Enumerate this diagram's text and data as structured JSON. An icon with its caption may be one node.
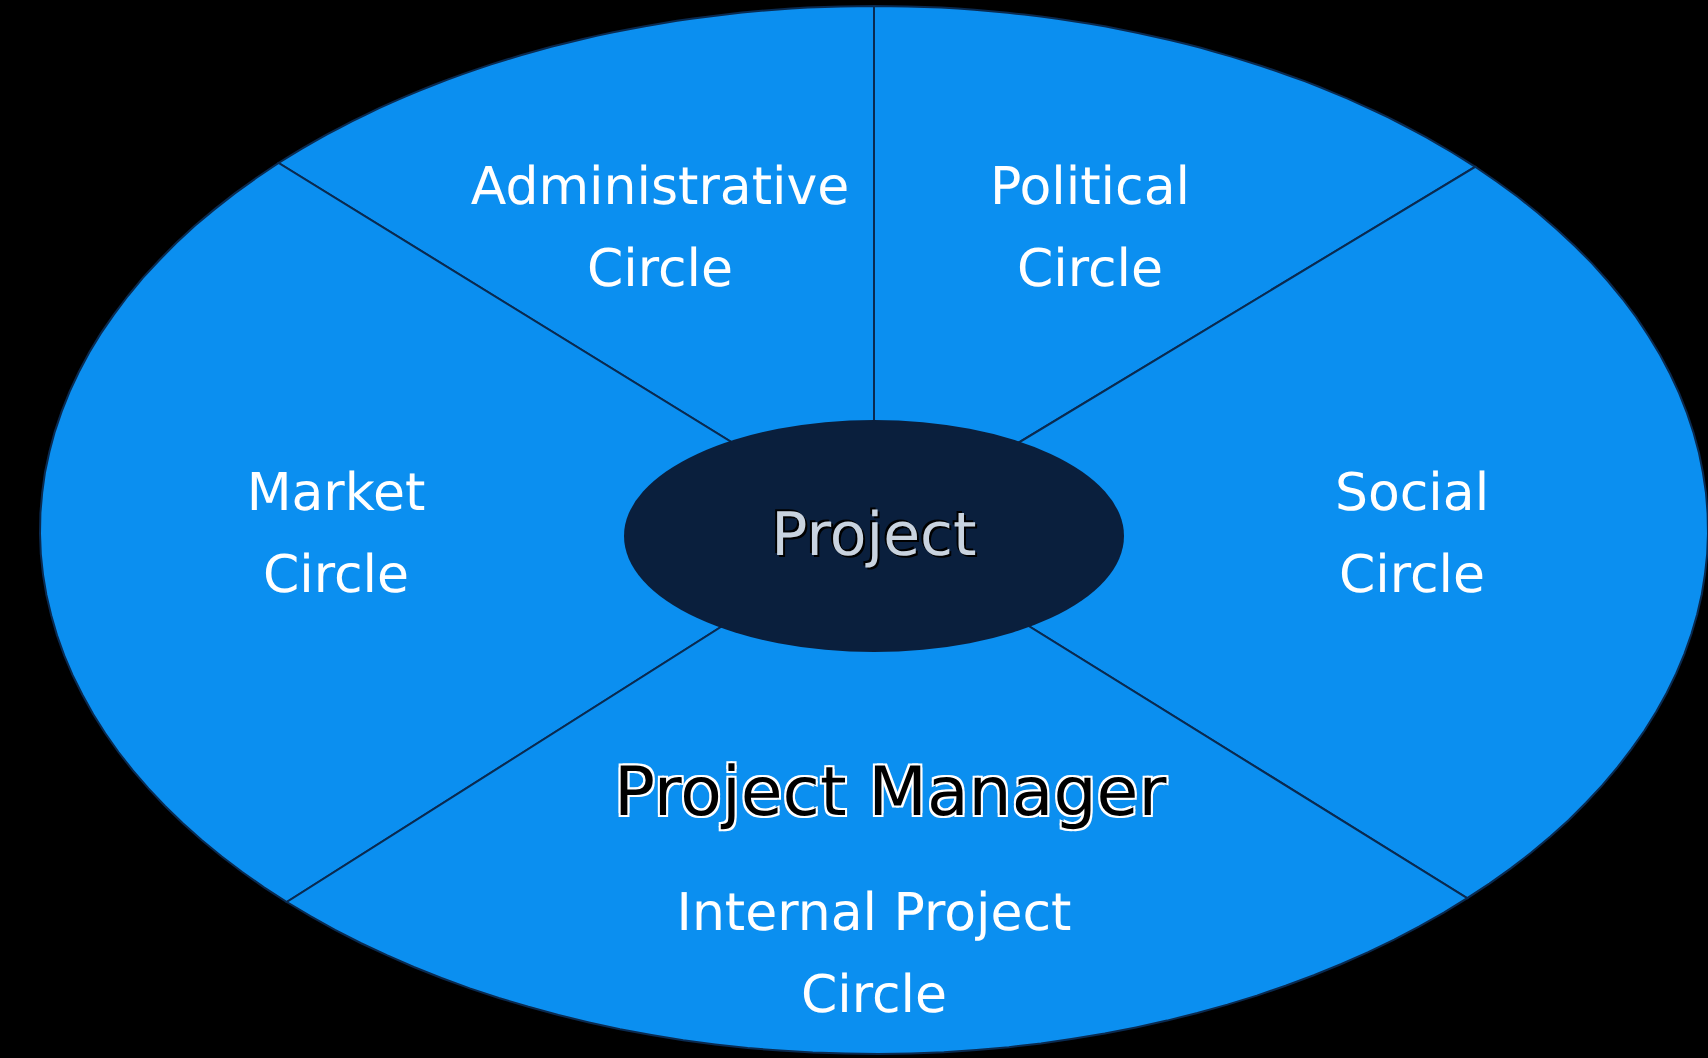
{
  "diagram": {
    "nodes": [
      {
        "text": [
          "Administrative Circle"
        ]
      },
      {
        "text": [
          "Political Circle"
        ]
      },
      {
        "text": [
          "Market Circle"
        ]
      },
      {
        "text": [
          "Social Circle"
        ]
      },
      {
        "text": [
          "Project Manager",
          "Internal Project Circle"
        ]
      },
      {
        "text": [
          "Project"
        ]
      }
    ]
  }
}
